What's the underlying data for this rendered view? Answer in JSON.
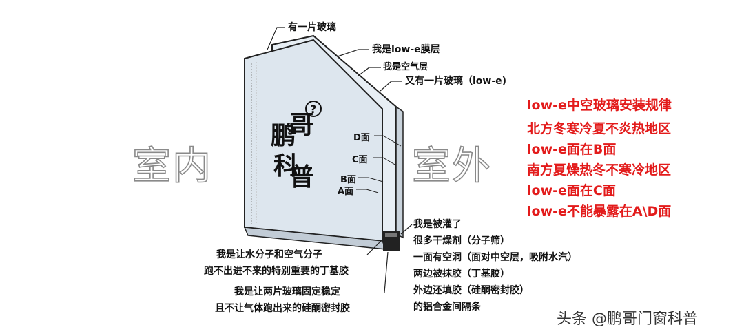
{
  "labels": {
    "outer_glass": "有一片玻璃",
    "lowe_film": "我是low-e膜层",
    "air_layer": "我是空气层",
    "inner_glass": "又有一片玻璃（low-e)"
  },
  "faces": {
    "d": "D面",
    "c": "C面",
    "b": "B面",
    "a": "A面"
  },
  "sides": {
    "indoor": "室内",
    "outdoor": "室外"
  },
  "logo": [
    "鹏",
    "哥",
    "科",
    "普"
  ],
  "rules": [
    "low-e中空玻璃安装规律",
    "北方冬寒冷夏不炎热地区",
    "low-e面在B面",
    "南方夏燥热冬不寒冷地区",
    "low-e面在C面",
    "low-e不能暴露在A\\D面"
  ],
  "butyl_desc": [
    "我是让水分子和空气分子",
    "跑不出进不来的特别重要的丁基胶"
  ],
  "sealant_desc": [
    "我是让两片玻璃固定稳定",
    "且不让气体跑出来的硅酮密封胶"
  ],
  "spacer_desc": [
    "我是被灌了",
    "很多干燥剂（分子筛）",
    "一面有空洞（面对中空层，吸附水汽）",
    "两边被抹胶（丁基胶）",
    "外边还填胶（硅酮密封胶）",
    "的铝合金间隔条"
  ],
  "watermark": "头条 @鹏哥门窗科普",
  "colors": {
    "rule_text": "#e31b1b",
    "glass_fill": "#dde6ee",
    "spacer": "#222222"
  }
}
